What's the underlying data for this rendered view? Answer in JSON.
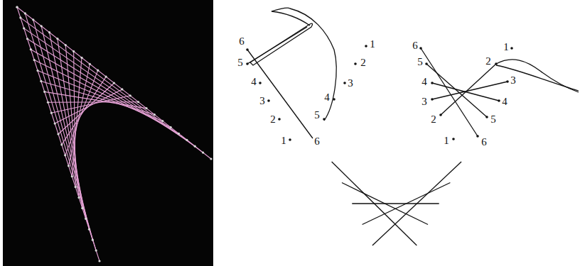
{
  "diagram": {
    "labels": [
      "6",
      "5",
      "4",
      "3",
      "2",
      "1",
      "1",
      "2",
      "3",
      "4",
      "5",
      "6",
      "6",
      "5",
      "4",
      "3",
      "2",
      "1",
      "1",
      "2",
      "3",
      "4",
      "5",
      "6"
    ]
  }
}
